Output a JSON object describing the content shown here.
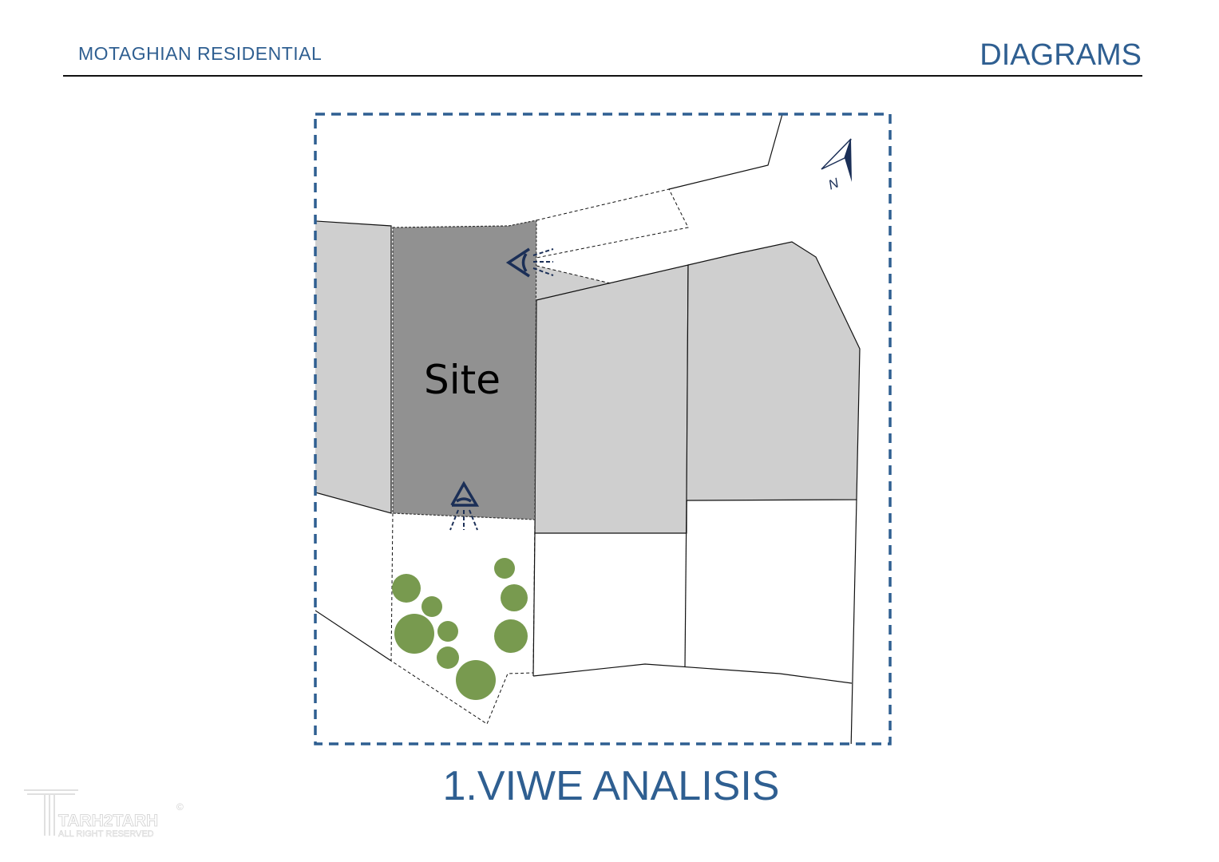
{
  "header": {
    "project": "MOTAGHIAN RESIDENTIAL",
    "section": "DIAGRAMS"
  },
  "diagram": {
    "site_label": "Site",
    "north_label": "N",
    "caption": "1.VIWE ANALISIS"
  },
  "watermark": {
    "brand": "TARH2TARH",
    "rights": "ALL RIGHT RESERVED",
    "symbol": "©"
  },
  "colors": {
    "accent": "#2f5f91",
    "site": "#919191",
    "neighbors": "#cfcfcf",
    "trees": "#789a4f",
    "eye": "#1b2f57"
  }
}
